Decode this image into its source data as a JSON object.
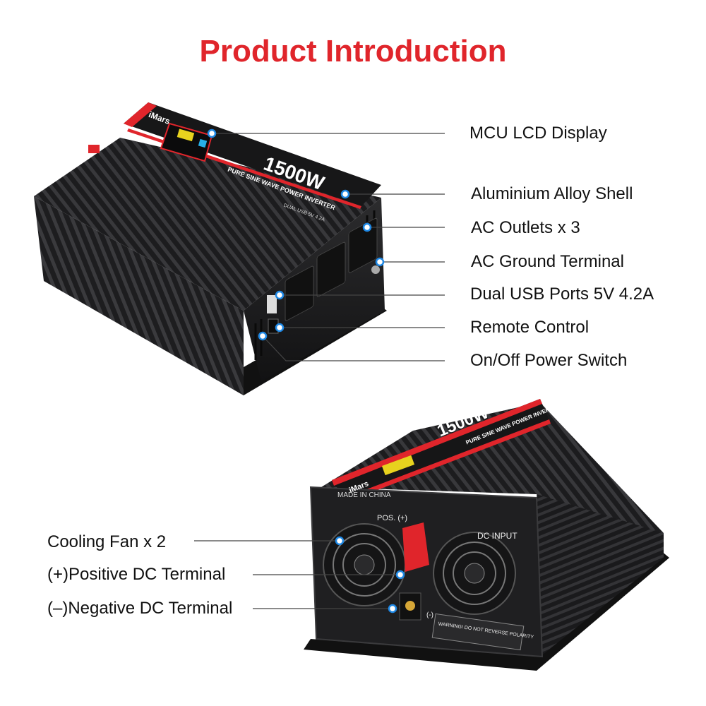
{
  "page": {
    "title": "Product Introduction",
    "title_color": "#e0252b"
  },
  "colors": {
    "accent": "#e0252b",
    "body": "#1c1c1d",
    "fin": "#2a2a2c",
    "leader": "#444444",
    "dot": "#1e88e5"
  },
  "top_product": {
    "brand": "iMars",
    "model": "1500W",
    "subtitle": "PURE SINE WAVE POWER INVERTER",
    "ports_label": "DUAL USB 5V 4.2A"
  },
  "bottom_product": {
    "brand": "iMars",
    "model": "1500W",
    "subtitle": "PURE SINE WAVE POWER INVERTER",
    "made_in": "MADE IN CHINA",
    "pos_label": "POS. (+)",
    "neg_label": "(-)",
    "dc_input": "DC INPUT",
    "warning": "WARNING! DO NOT REVERSE POLARITY"
  },
  "callouts_right": [
    {
      "label": "MCU LCD Display"
    },
    {
      "label": "Aluminium Alloy Shell"
    },
    {
      "label": "AC Outlets x 3"
    },
    {
      "label": "AC Ground Terminal"
    },
    {
      "label": "Dual USB Ports 5V 4.2A"
    },
    {
      "label": "Remote Control"
    },
    {
      "label": "On/Off Power Switch"
    }
  ],
  "callouts_left": [
    {
      "label": "Cooling Fan x 2"
    },
    {
      "label": "(+)Positive DC Terminal"
    },
    {
      "label": "(–)Negative DC Terminal"
    }
  ]
}
